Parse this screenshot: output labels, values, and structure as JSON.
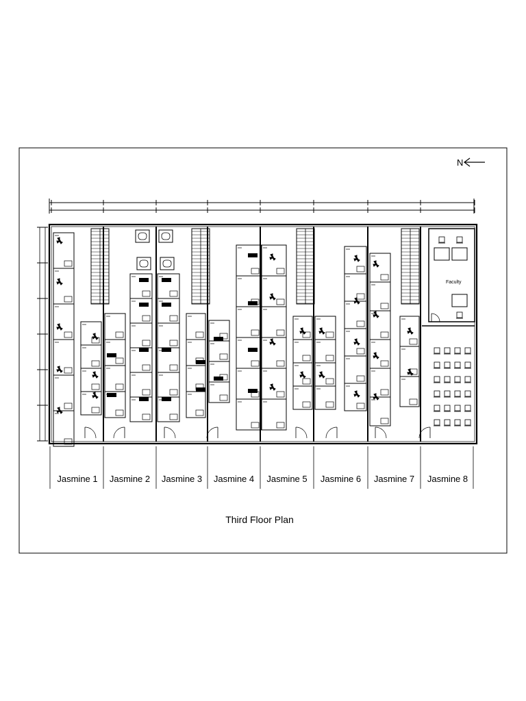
{
  "north_arrow": {
    "label": "N"
  },
  "units": [
    {
      "name": "Jasmine 1"
    },
    {
      "name": "Jasmine 2"
    },
    {
      "name": "Jasmine 3"
    },
    {
      "name": "Jasmine 4"
    },
    {
      "name": "Jasmine 5"
    },
    {
      "name": "Jasmine 6"
    },
    {
      "name": "Jasmine 7"
    },
    {
      "name": "Jasmine 8"
    }
  ],
  "room_labels": {
    "faculty": "Faculty"
  },
  "drawing_title": "Third Floor Plan"
}
